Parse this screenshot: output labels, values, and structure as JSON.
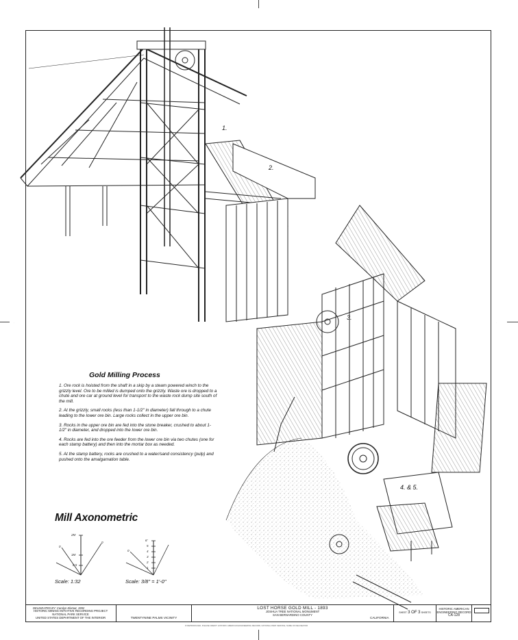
{
  "legend": {
    "title": "Gold Milling Process",
    "steps": [
      "1.  Ore rock is hoisted from the shaft in a skip by a steam powered winch to the grizzly level.  Ore to be milled is dumped onto the grizzly.  Waste ore is dropped to a chute and ore car at ground level for transport to the waste rock dump site south of the mill.",
      "2.  At the grizzly, small rocks (less than 1-1/2\" in diameter) fall through to a chute leading to the lower ore bin.  Large rocks collect in the upper ore bin.",
      "3.  Rocks in the upper ore bin are fed into the stone breaker, crushed to about 1-1/2\" in diameter, and dropped into the lower ore bin.",
      "4.  Rocks are fed into the ore feeder from the lower ore bin via two chutes (one for each stamp battery) and then into the mortar box as needed.",
      "5.  At the stamp battery, rocks are crushed to a water/sand consistency (pulp) and pushed onto the amalgamation table."
    ]
  },
  "drawing_title": "Mill Axonometric",
  "callouts": {
    "c1": "1.",
    "c2": "2.",
    "c3": "3.",
    "c45": "4. & 5."
  },
  "scales": {
    "metric": {
      "label": "Scale: 1:32",
      "ticks": [
        "2M",
        "1M",
        "0.5",
        "0",
        "0"
      ]
    },
    "imperial": {
      "label": "Scale: 3/8\" = 1'-0\"",
      "ticks": [
        "6'",
        "5",
        "4",
        "3",
        "2",
        "1",
        "0"
      ]
    }
  },
  "titleblock": {
    "delineator": "DELINEATED BY: Carolyn Klemat, 1992",
    "org1": "HISTORIC MINING INITIATIVE RECORDING PROJECT",
    "org2": "NATIONAL PARK SERVICE",
    "org3": "UNITED STATES DEPARTMENT OF THE INTERIOR",
    "vicinity": "TWENTYNINE PALMS VICINITY",
    "main_title": "LOST HORSE GOLD MILL - 1893",
    "sub1": "JOSHUA TREE NATIONAL MONUMENT",
    "sub2": "SAN BERNARDINO COUNTY",
    "state": "CALIFORNIA",
    "sheet_label": "SHEET",
    "sheet": "3 OF 3",
    "sheets_label": "SHEETS",
    "haer1": "HISTORIC AMERICAN",
    "haer2": "ENGINEERING RECORD",
    "haer_no": "CA-128"
  },
  "footer": "IF REPRODUCED, PLEASE CREDIT: HISTORIC AMERICAN ENGINEERING RECORD, NATIONAL PARK SERVICE, NAME OF DELINEATOR"
}
